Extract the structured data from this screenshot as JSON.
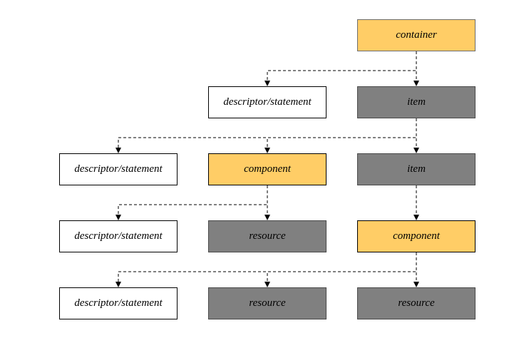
{
  "diagram": {
    "colors": {
      "container": "#ffcd66",
      "component": "#ffcd66",
      "item": "#808080",
      "resource": "#808080",
      "descriptor": "#ffffff",
      "line": "#000000"
    },
    "nodes": [
      {
        "id": "container-1",
        "label": "container",
        "kind": "container"
      },
      {
        "id": "descriptor-1",
        "label": "descriptor/statement",
        "kind": "descriptor"
      },
      {
        "id": "item-1",
        "label": "item",
        "kind": "item"
      },
      {
        "id": "descriptor-2",
        "label": "descriptor/statement",
        "kind": "descriptor"
      },
      {
        "id": "component-1",
        "label": "component",
        "kind": "component"
      },
      {
        "id": "item-2",
        "label": "item",
        "kind": "item"
      },
      {
        "id": "descriptor-3",
        "label": "descriptor/statement",
        "kind": "descriptor"
      },
      {
        "id": "resource-1",
        "label": "resource",
        "kind": "resource"
      },
      {
        "id": "component-2",
        "label": "component",
        "kind": "component"
      },
      {
        "id": "descriptor-4",
        "label": "descriptor/statement",
        "kind": "descriptor"
      },
      {
        "id": "resource-2",
        "label": "resource",
        "kind": "resource"
      },
      {
        "id": "resource-3",
        "label": "resource",
        "kind": "resource"
      }
    ],
    "edges": [
      {
        "from": "container-1",
        "to": "descriptor-1"
      },
      {
        "from": "container-1",
        "to": "item-1"
      },
      {
        "from": "item-1",
        "to": "descriptor-2"
      },
      {
        "from": "item-1",
        "to": "component-1"
      },
      {
        "from": "item-1",
        "to": "item-2"
      },
      {
        "from": "component-1",
        "to": "descriptor-3"
      },
      {
        "from": "component-1",
        "to": "resource-1"
      },
      {
        "from": "item-2",
        "to": "component-2"
      },
      {
        "from": "component-2",
        "to": "descriptor-4"
      },
      {
        "from": "component-2",
        "to": "resource-2"
      },
      {
        "from": "component-2",
        "to": "resource-3"
      }
    ]
  }
}
